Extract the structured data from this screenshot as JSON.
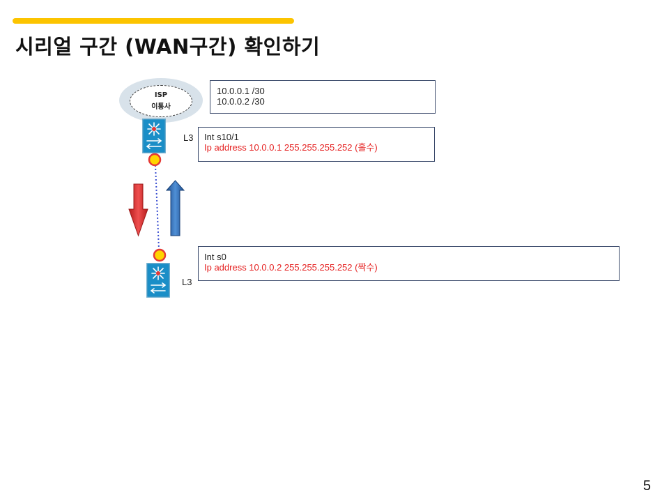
{
  "slide": {
    "title": "시리얼 구간 (WAN구간) 확인하기",
    "page_number": "5",
    "accent_color": "#fcc400"
  },
  "isp_cloud": {
    "line1": "ISP",
    "line2": "이통사"
  },
  "isp_box": {
    "line1": "10.0.0.1 /30",
    "line2": "10.0.0.2 /30"
  },
  "top_router": {
    "label": "L3",
    "interface": "Int s10/1",
    "ip": "Ip address 10.0.0.1 255.255.255.252 (홀수)",
    "icon": "layer3-switch-icon"
  },
  "bottom_router": {
    "label": "L3",
    "interface": "Int s0",
    "ip": "Ip address 10.0.0.2 255.255.255.252 (짝수)",
    "icon": "layer3-switch-icon"
  },
  "arrows": {
    "down_color": "#d32f2f",
    "up_color": "#2e6db4"
  },
  "link": {
    "color": "#3b4fd1",
    "endpoint_fill": "#ffd400",
    "endpoint_stroke": "#e53935"
  }
}
